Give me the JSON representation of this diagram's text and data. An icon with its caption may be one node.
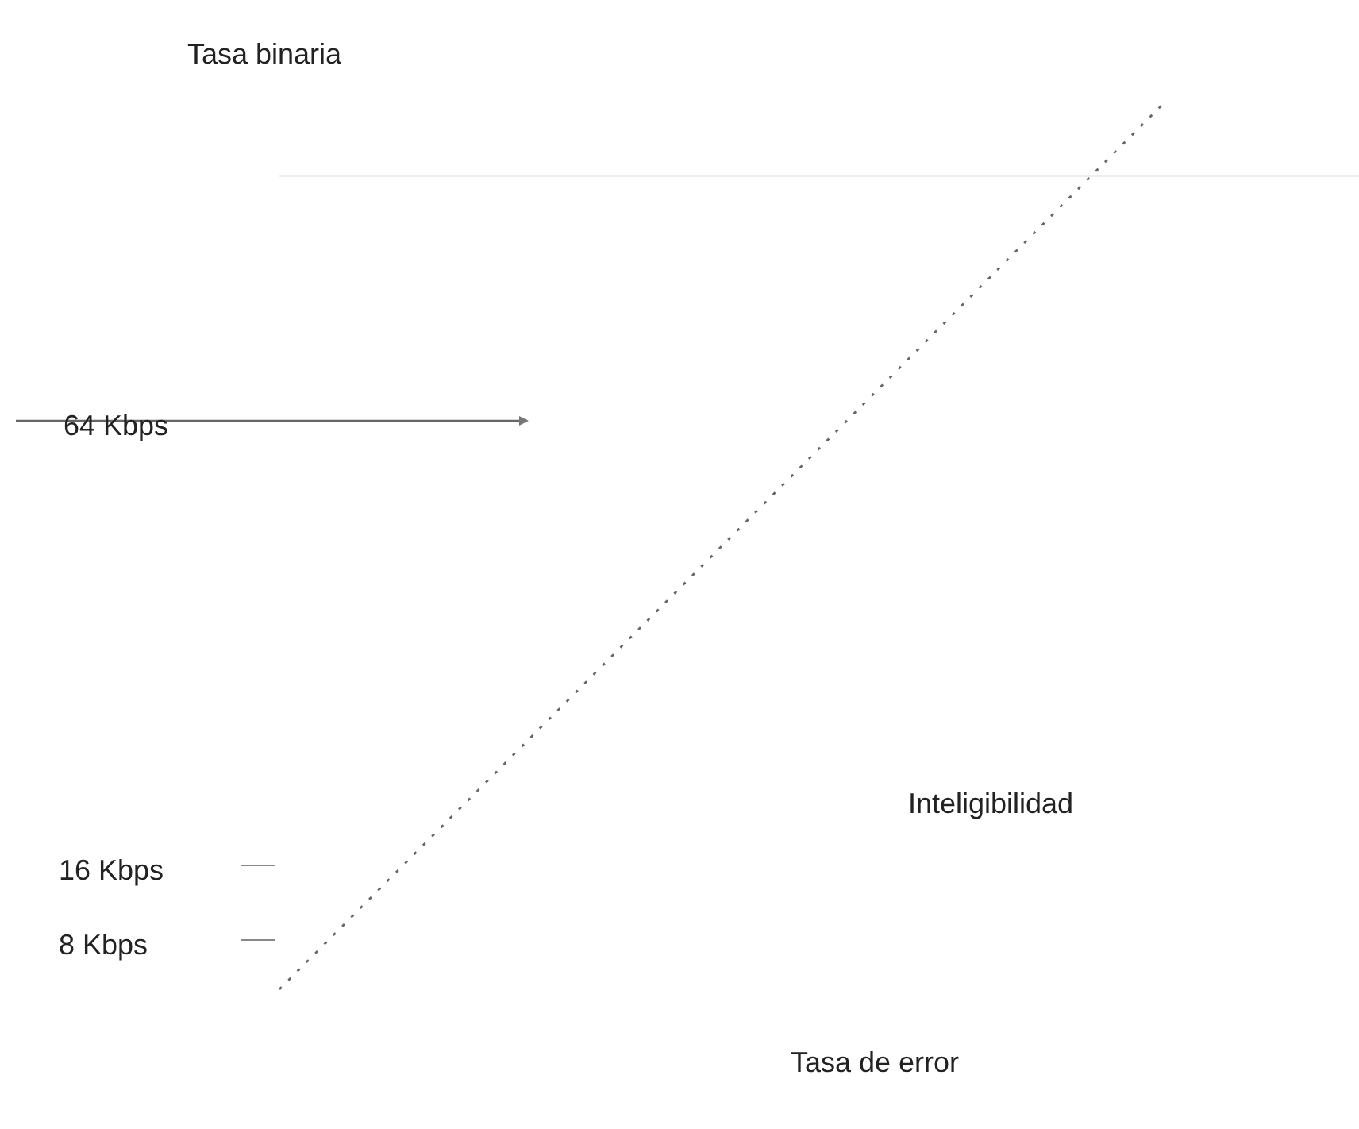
{
  "diagram": {
    "labels": [
      "Tasa binaria",
      "64 Kbps",
      "Inteligibilidad",
      "16 Kbps",
      "8 Kbps",
      "Tasa de error"
    ]
  }
}
